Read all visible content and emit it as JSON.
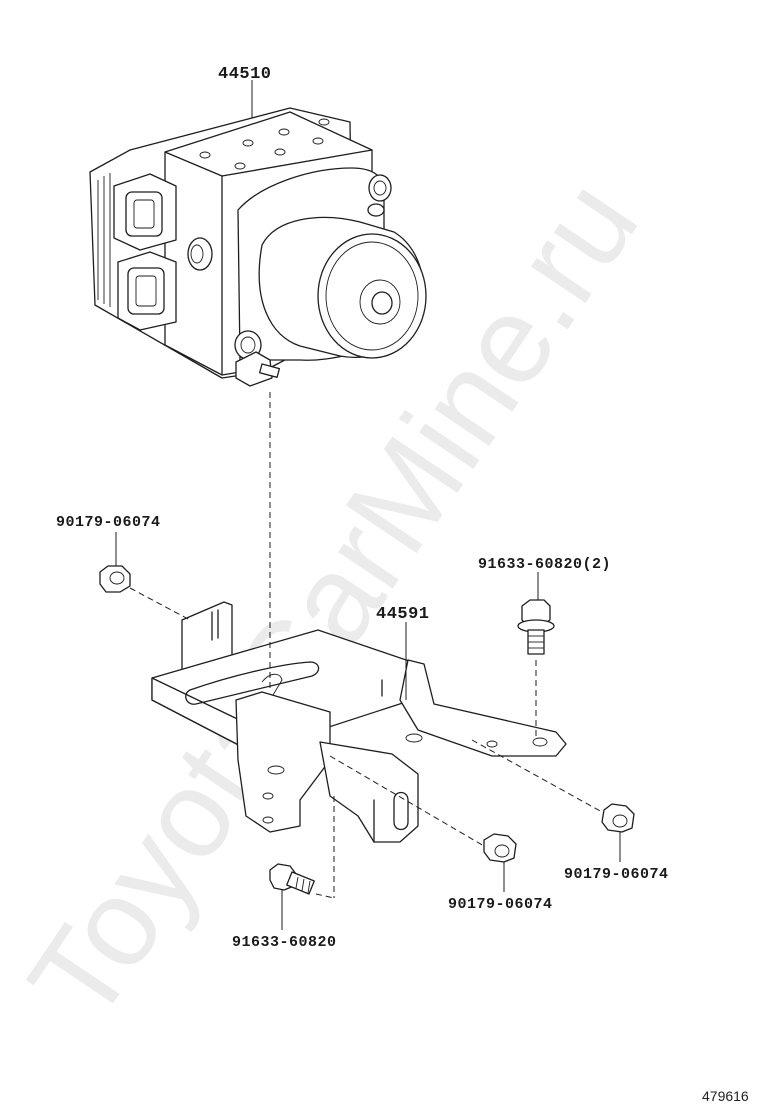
{
  "watermark": "ToyotaCarMine.ru",
  "parts": {
    "abs_actuator": "44510",
    "bracket": "44591",
    "nut_left": "90179-06074",
    "bolt_top_right": "91633-60820(2)",
    "nut_right": "90179-06074",
    "nut_bottom": "90179-06074",
    "bolt_bottom": "91633-60820"
  },
  "illustration_number": "479616"
}
